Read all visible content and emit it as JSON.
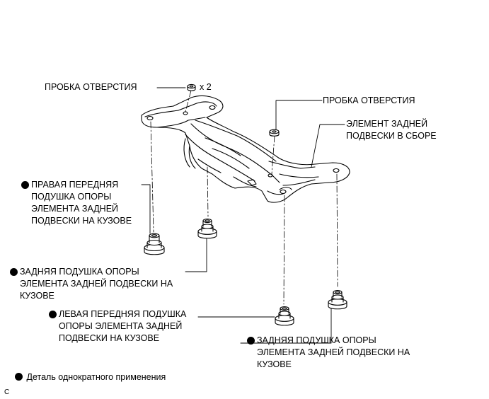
{
  "labels": {
    "plug_top": "ПРОБКА ОТВЕРСТИЯ",
    "qty": "x 2",
    "plug_right": "ПРОБКА ОТВЕРСТИЯ",
    "member": [
      "ЭЛЕМЕНТ ЗАДНЕЙ",
      "ПОДВЕСКИ В СБОРЕ"
    ],
    "right_front_cushion": [
      "ПРАВАЯ ПЕРЕДНЯЯ",
      "ПОДУШКА ОПОРЫ",
      "ЭЛЕМЕНТА ЗАДНЕЙ",
      "ПОДВЕСКИ НА КУЗОВЕ"
    ],
    "rear_cushion_left": [
      "ЗАДНЯЯ ПОДУШКА ОПОРЫ",
      "ЭЛЕМЕНТА ЗАДНЕЙ ПОДВЕСКИ НА",
      "КУЗОВЕ"
    ],
    "left_front_cushion": [
      "ЛЕВАЯ ПЕРЕДНЯЯ ПОДУШКА",
      "ОПОРЫ ЭЛЕМЕНТА ЗАДНЕЙ",
      "ПОДВЕСКИ НА КУЗОВЕ"
    ],
    "rear_cushion_right": [
      "ЗАДНЯЯ ПОДУШКА ОПОРЫ",
      "ЭЛЕМЕНТА ЗАДНЕЙ ПОДВЕСКИ НА",
      "КУЗОВЕ"
    ],
    "legend": "Деталь однократного применения",
    "corner_mark": "C"
  },
  "legend_marker": "filled-circle-icon",
  "line_color": "#000000"
}
